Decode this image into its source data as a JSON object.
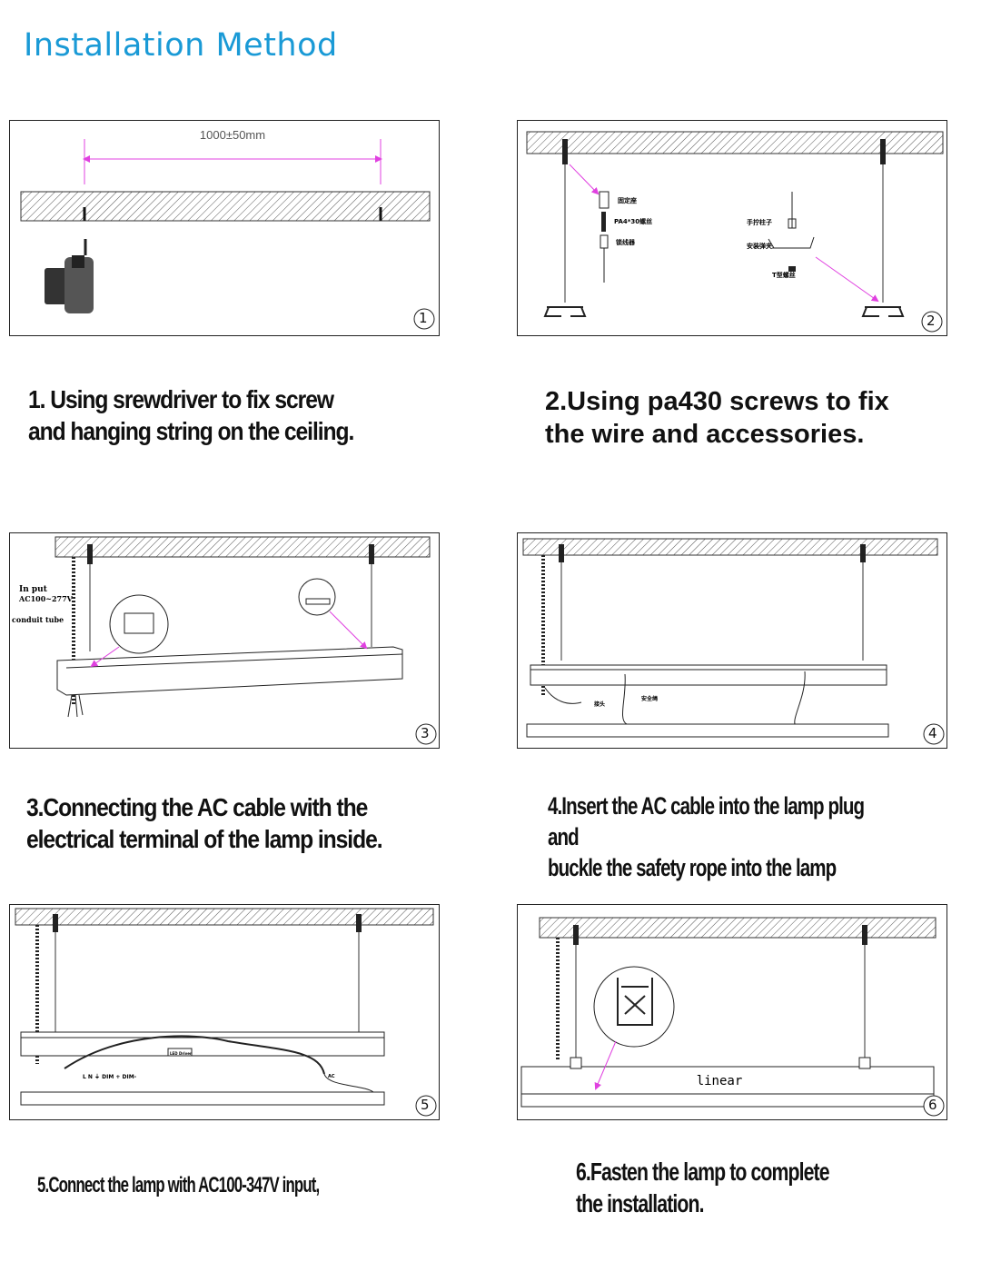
{
  "page": {
    "title": "Installation Method"
  },
  "steps": [
    {
      "caption_line1": "1.  Using srewdriver to fix screw",
      "caption_line2": "and hanging string on the ceiling.",
      "badge": "1",
      "labels": {
        "dimension": "1000±50mm"
      }
    },
    {
      "caption_line1": "2.Using pa430 screws to fix",
      "caption_line2": "the wire and accessories.",
      "badge": "2",
      "labels": {
        "fixing_seat": "固定座",
        "screw": "PA4*30螺丝",
        "wire_clamp": "锁线器",
        "column": "手拧柱子",
        "clip": "安装弹夹",
        "t_screw": "T型螺丝"
      }
    },
    {
      "caption_line1": "3.Connecting the AC cable with the",
      "caption_line2": "electrical terminal of the lamp inside.",
      "badge": "3",
      "labels": {
        "input_line1": "In put",
        "input_line2": "AC100~277V",
        "conduit": "conduit tube"
      }
    },
    {
      "caption_line1": "4.Insert the AC cable into the lamp plug and",
      "caption_line2": "buckle the safety rope into the lamp",
      "badge": "4",
      "labels": {
        "plug": "接头",
        "rope": "安全绳"
      }
    },
    {
      "caption_line1": "5.Connect the lamp with AC100-347V input,",
      "caption_line2": "",
      "badge": "5",
      "labels": {
        "driver": "LED Driver",
        "terminals": "L N ⏚ DIM + DIM-",
        "ac": "AC"
      }
    },
    {
      "caption_line1": "6.Fasten the lamp to complete",
      "caption_line2": "the installation.",
      "badge": "6",
      "labels": {
        "lamp_name": "linear"
      }
    }
  ],
  "colors": {
    "title": "#1a9ad6",
    "arrow": "#e040e0",
    "line": "#222222"
  }
}
